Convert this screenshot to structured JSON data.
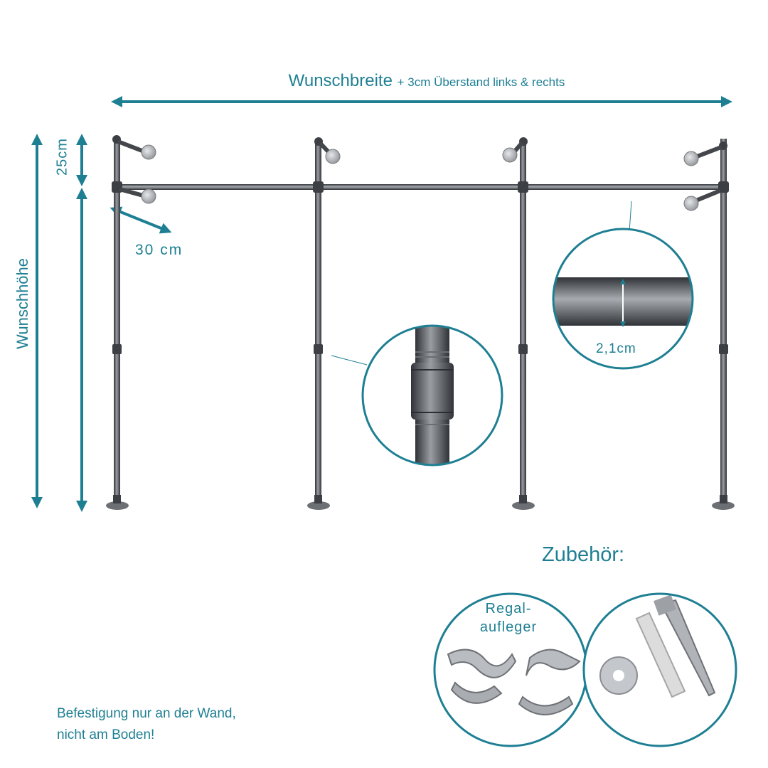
{
  "dimensions": {
    "width_label": "Wunschbreite",
    "width_sub": "+ 3cm Überstand links & rechts",
    "height_label": "Wunschhöhe",
    "shelf_spacing": "25cm",
    "depth": "30 cm",
    "pipe_diameter": "2,1cm"
  },
  "accessories": {
    "title": "Zubehör:",
    "shelf_support_label_1": "Regal-",
    "shelf_support_label_2": "aufleger"
  },
  "note": {
    "line1": "Befestigung nur an der Wand,",
    "line2": "nicht am Boden!"
  },
  "colors": {
    "accent": "#1e7f93",
    "pipe": "#4a4d52"
  }
}
